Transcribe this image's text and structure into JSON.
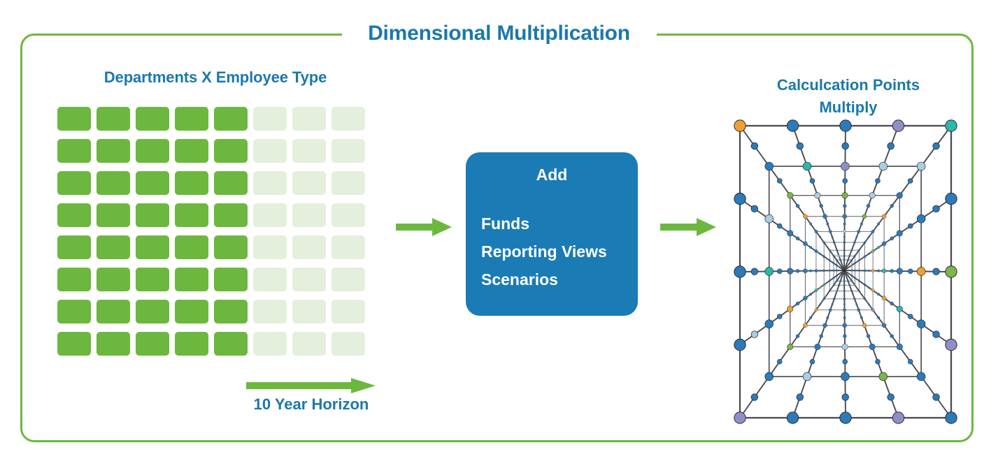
{
  "diagram": {
    "title": "Dimensional Multiplication",
    "frame_color": "#6cb83e",
    "accent_blue": "#1b78ab"
  },
  "left_panel": {
    "heading": "Departments X Employee Type",
    "grid": {
      "rows": 8,
      "cols": 8,
      "filled_cols": 5,
      "filled_color": "#6cb83e",
      "empty_color": "#e4efdc"
    },
    "horizon": {
      "label": "10 Year Horizon",
      "arrow_icon": "right-arrow-icon",
      "arrow_color": "#6cb83e"
    }
  },
  "flow": {
    "arrow_left": "right-arrow-icon",
    "arrow_right": "right-arrow-icon",
    "arrow_color": "#6cb83e"
  },
  "add_box": {
    "title": "Add",
    "background": "#1a7bb5",
    "items": [
      "Funds",
      "Reporting Views",
      "Scenarios"
    ]
  },
  "right_panel": {
    "heading_line1": "Calculcation Points",
    "heading_line2": "Multiply",
    "tunnel": {
      "type": "perspective-grid",
      "description": "Nested rectangular rings receding to a central vanishing point with radial connector lines and colored calculation-point nodes at intersections.",
      "rings": 9,
      "radial_lines": 24,
      "line_color": "#4a4a52",
      "node_colors": {
        "blue": "#2b7bba",
        "orange": "#f0a030",
        "teal": "#2bb8a8",
        "light_blue": "#a8cfe0",
        "green": "#7ab648",
        "purple": "#8f8fc8"
      }
    }
  }
}
